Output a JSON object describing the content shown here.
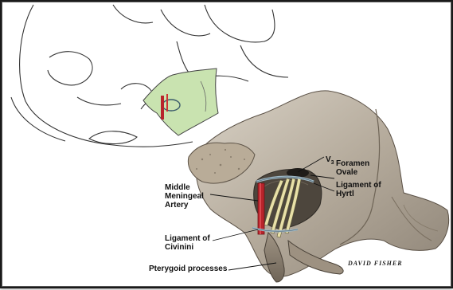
{
  "figure": {
    "labels": {
      "v3_base": "V",
      "v3_sub": "3",
      "foramen_ovale": "Foramen\nOvale",
      "ligament_hyrtl": "Ligament of\nHyrtl",
      "middle_meningeal_artery": "Middle\nMeningeal\nArtery",
      "ligament_civinini": "Ligament of\nCivinini",
      "pterygoid_processes": "Pterygoid processes"
    },
    "signature": "DAVID FISHER",
    "colors": {
      "artery": "#b8242b",
      "nerve": "#e8e0a8",
      "bone": "#bdb4a6",
      "highlight": "#c9e3b0",
      "ligament": "#9fb7c4"
    }
  }
}
